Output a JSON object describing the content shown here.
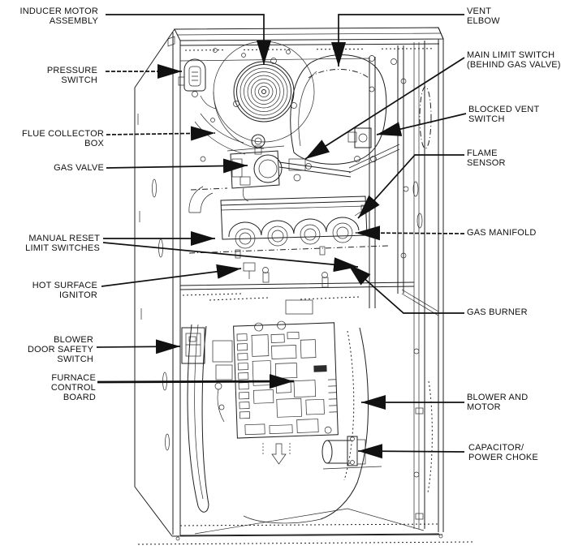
{
  "diagram": {
    "description": "Gas furnace cutaway line drawing with part callout labels and arrows",
    "colors": {
      "ink": "#1f1f1f",
      "background": "#ffffff",
      "arrow": "#111111"
    },
    "labels_left": [
      {
        "id": "inducer-motor-assembly",
        "lines": [
          "INDUCER MOTOR",
          "ASSEMBLY"
        ]
      },
      {
        "id": "pressure-switch",
        "lines": [
          "PRESSURE",
          "SWITCH"
        ]
      },
      {
        "id": "flue-collector-box",
        "lines": [
          "FLUE COLLECTOR",
          "BOX"
        ]
      },
      {
        "id": "gas-valve",
        "lines": [
          "GAS VALVE"
        ]
      },
      {
        "id": "manual-reset-limit-switches",
        "lines": [
          "MANUAL RESET",
          "LIMIT SWITCHES"
        ]
      },
      {
        "id": "hot-surface-ignitor",
        "lines": [
          "HOT SURFACE",
          "IGNITOR"
        ]
      },
      {
        "id": "blower-door-safety-switch",
        "lines": [
          "BLOWER",
          "DOOR SAFETY",
          "SWITCH"
        ]
      },
      {
        "id": "furnace-control-board",
        "lines": [
          "FURNACE",
          "CONTROL",
          "BOARD"
        ]
      }
    ],
    "labels_right": [
      {
        "id": "vent-elbow",
        "lines": [
          "VENT",
          "ELBOW"
        ]
      },
      {
        "id": "main-limit-switch",
        "lines": [
          "MAIN LIMIT SWITCH",
          "(BEHIND GAS VALVE)"
        ]
      },
      {
        "id": "blocked-vent-switch",
        "lines": [
          "BLOCKED VENT",
          "SWITCH"
        ]
      },
      {
        "id": "flame-sensor",
        "lines": [
          "FLAME",
          "SENSOR"
        ]
      },
      {
        "id": "gas-manifold",
        "lines": [
          "GAS MANIFOLD"
        ]
      },
      {
        "id": "gas-burner",
        "lines": [
          "GAS BURNER"
        ]
      },
      {
        "id": "blower-and-motor",
        "lines": [
          "BLOWER AND",
          "MOTOR"
        ]
      },
      {
        "id": "capacitor-power-choke",
        "lines": [
          "CAPACITOR/",
          "POWER CHOKE"
        ]
      }
    ]
  }
}
